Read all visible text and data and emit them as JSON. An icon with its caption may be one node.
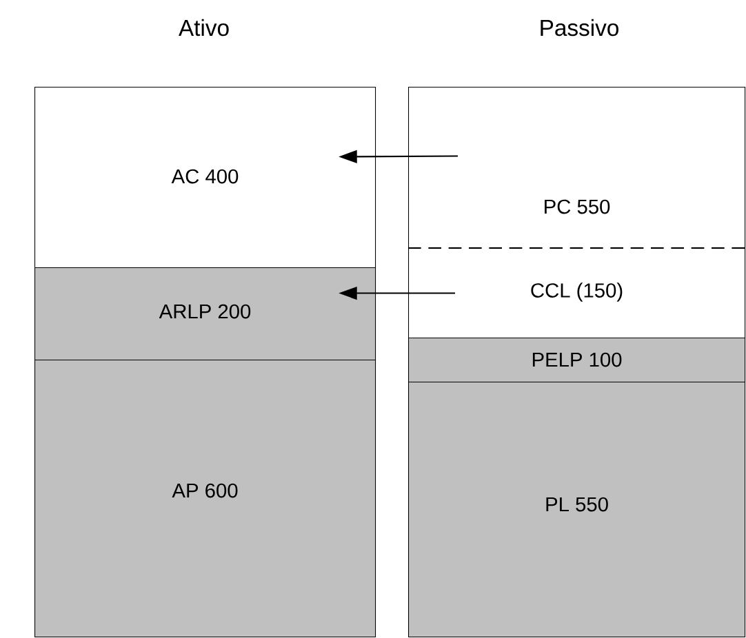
{
  "diagram": {
    "nodes": [
      {
        "text": [
          "AC 400"
        ]
      },
      {
        "text": [
          "ARLP 200"
        ]
      },
      {
        "text": [
          "AP 600"
        ]
      },
      {
        "text": [
          "PC 550"
        ]
      },
      {
        "text": [
          "CCL (150)"
        ],
        "in": 3
      },
      {
        "text": [
          "PELP 100"
        ]
      },
      {
        "text": [
          "PL 550"
        ]
      }
    ],
    "edges": [
      {
        "from": 3,
        "to": 0,
        "arrow": "to"
      },
      {
        "from": 4,
        "to": 1,
        "arrow": "to"
      }
    ],
    "labels": [
      "Ativo",
      "Passivo"
    ]
  }
}
